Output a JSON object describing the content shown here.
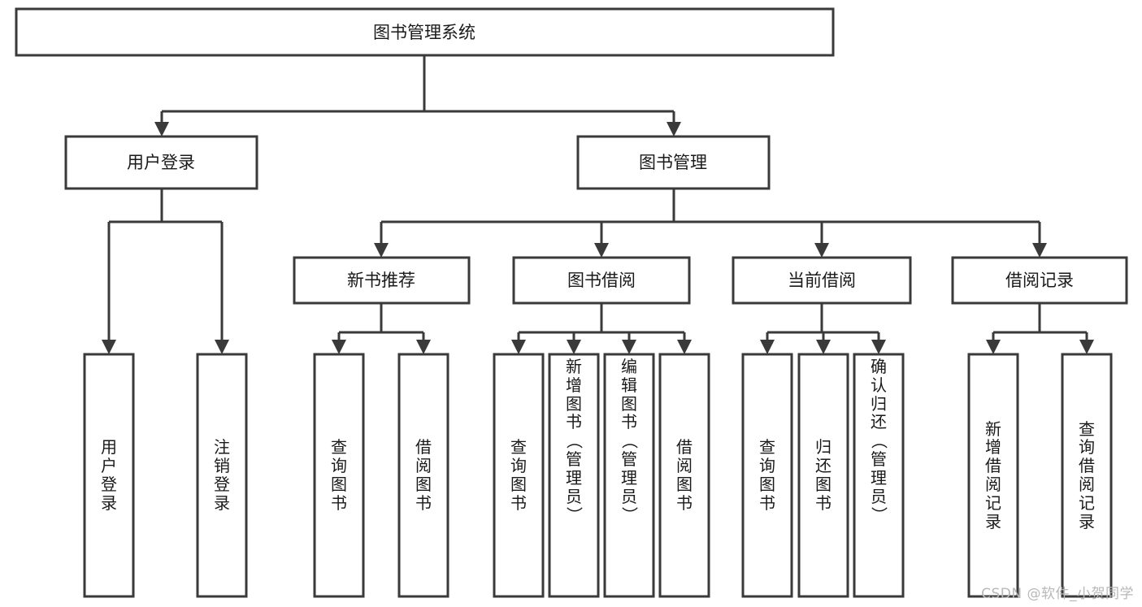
{
  "diagram": {
    "type": "tree-hierarchy",
    "title": "图书管理系统",
    "watermark": "CSDN @软件_小贺同学",
    "colors": {
      "stroke": "#3a3a3a",
      "fill": "#ffffff",
      "text": "#1a1a1a",
      "watermark": "#b8b8b8",
      "background": "#ffffff"
    },
    "root": {
      "id": "root",
      "label": "图书管理系统"
    },
    "level2": [
      {
        "id": "user-login",
        "label": "用户登录"
      },
      {
        "id": "book-manage",
        "label": "图书管理"
      }
    ],
    "level3": [
      {
        "id": "new-book-recommend",
        "label": "新书推荐",
        "parent": "book-manage"
      },
      {
        "id": "book-borrow",
        "label": "图书借阅",
        "parent": "book-manage"
      },
      {
        "id": "current-borrow",
        "label": "当前借阅",
        "parent": "book-manage"
      },
      {
        "id": "borrow-record",
        "label": "借阅记录",
        "parent": "book-manage"
      }
    ],
    "leaves": [
      {
        "id": "leaf-user-login",
        "label": "用户登录",
        "parent": "user-login"
      },
      {
        "id": "leaf-user-logout",
        "label": "注销登录",
        "parent": "user-login"
      },
      {
        "id": "leaf-query-book-1",
        "label": "查询图书",
        "parent": "new-book-recommend"
      },
      {
        "id": "leaf-borrow-book-1",
        "label": "借阅图书",
        "parent": "new-book-recommend"
      },
      {
        "id": "leaf-query-book-2",
        "label": "查询图书",
        "parent": "book-borrow"
      },
      {
        "id": "leaf-add-book",
        "label": "新增图书（管理员）",
        "parent": "book-borrow"
      },
      {
        "id": "leaf-edit-book",
        "label": "编辑图书（管理员）",
        "parent": "book-borrow"
      },
      {
        "id": "leaf-borrow-book-2",
        "label": "借阅图书",
        "parent": "book-borrow"
      },
      {
        "id": "leaf-query-book-3",
        "label": "查询图书",
        "parent": "current-borrow"
      },
      {
        "id": "leaf-return-book",
        "label": "归还图书",
        "parent": "current-borrow"
      },
      {
        "id": "leaf-confirm-return",
        "label": "确认归还（管理员）",
        "parent": "current-borrow"
      },
      {
        "id": "leaf-add-record",
        "label": "新增借阅记录",
        "parent": "borrow-record"
      },
      {
        "id": "leaf-query-record",
        "label": "查询借阅记录",
        "parent": "borrow-record"
      }
    ]
  }
}
